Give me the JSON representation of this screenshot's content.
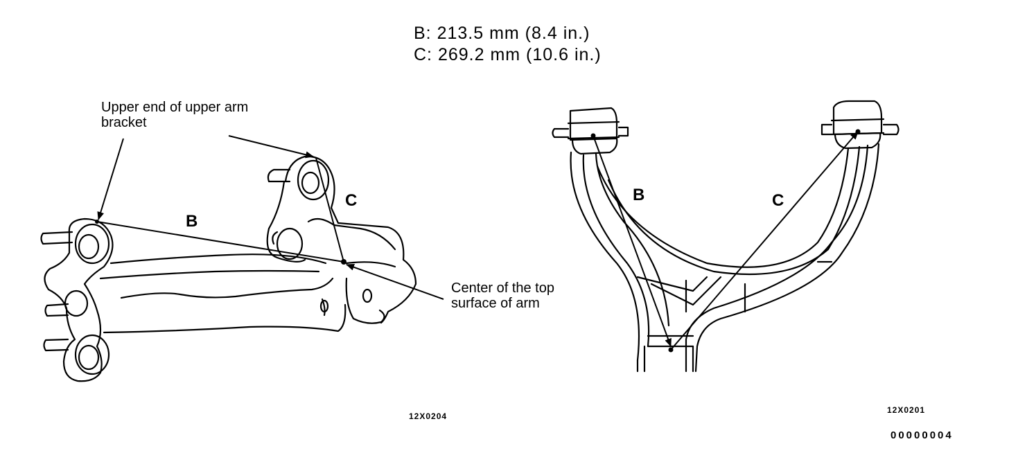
{
  "specs": {
    "b": "B: 213.5 mm (8.4 in.)",
    "c": "C: 269.2 mm (10.6 in.)"
  },
  "left_figure": {
    "callout_upper": "Upper end of upper arm bracket",
    "callout_center": "Center of the top surface of arm",
    "label_b": "B",
    "label_c": "C",
    "code": "12X0204"
  },
  "right_figure": {
    "label_b": "B",
    "label_c": "C",
    "code": "12X0201"
  },
  "document_code": "00000004"
}
